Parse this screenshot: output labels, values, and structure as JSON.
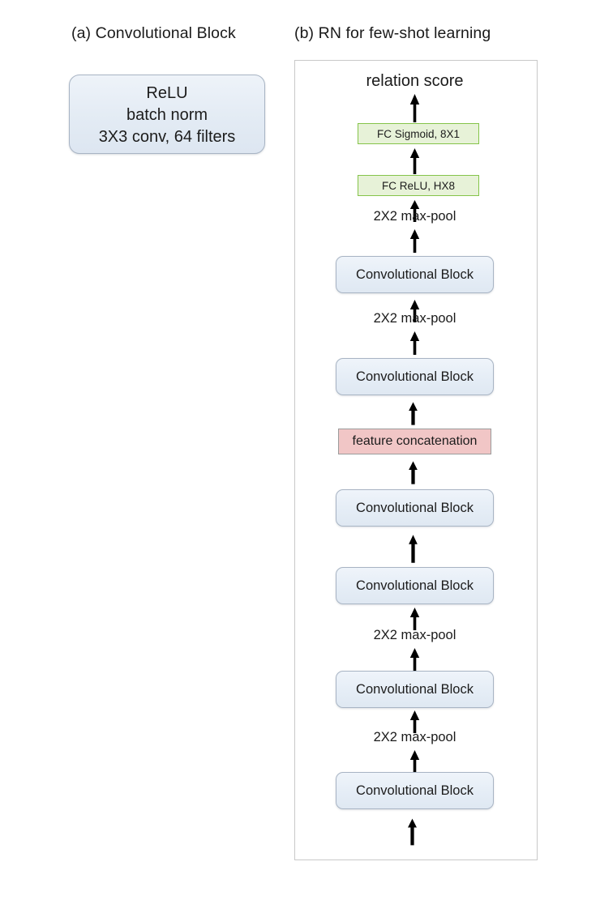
{
  "figure": {
    "panel_a": {
      "title": "(a) Convolutional Block",
      "block": {
        "name": "convolutional-block-legend",
        "lines": [
          "ReLU",
          "batch norm",
          "3X3 conv, 64 filters"
        ],
        "fill_color": "#e6eef7",
        "border_color": "#a8b4c4"
      }
    },
    "panel_b": {
      "title": "(b) RN for few-shot learning",
      "border_color": "#c9c9c9",
      "output_label": "relation score",
      "flow_top_to_bottom": [
        {
          "kind": "text",
          "label": "relation score"
        },
        {
          "kind": "arrow"
        },
        {
          "kind": "fc",
          "label": "FC Sigmoid,  8X1"
        },
        {
          "kind": "arrow"
        },
        {
          "kind": "fc",
          "label": "FC ReLU, HX8"
        },
        {
          "kind": "arrow"
        },
        {
          "kind": "text",
          "label": "2X2 max-pool"
        },
        {
          "kind": "arrow"
        },
        {
          "kind": "conv",
          "label": "Convolutional Block"
        },
        {
          "kind": "arrow"
        },
        {
          "kind": "text",
          "label": "2X2 max-pool"
        },
        {
          "kind": "arrow"
        },
        {
          "kind": "conv",
          "label": "Convolutional Block"
        },
        {
          "kind": "arrow"
        },
        {
          "kind": "concat",
          "label": "feature concatenation"
        },
        {
          "kind": "arrow"
        },
        {
          "kind": "conv",
          "label": "Convolutional Block"
        },
        {
          "kind": "arrow"
        },
        {
          "kind": "conv",
          "label": "Convolutional Block"
        },
        {
          "kind": "arrow"
        },
        {
          "kind": "text",
          "label": "2X2 max-pool"
        },
        {
          "kind": "arrow"
        },
        {
          "kind": "conv",
          "label": "Convolutional Block"
        },
        {
          "kind": "arrow"
        },
        {
          "kind": "text",
          "label": "2X2 max-pool"
        },
        {
          "kind": "arrow"
        },
        {
          "kind": "conv",
          "label": "Convolutional Block"
        },
        {
          "kind": "arrow",
          "style": "input"
        }
      ],
      "nodes": {
        "fc_sigmoid": "FC Sigmoid,  8X1",
        "fc_relu": "FC ReLU, HX8",
        "feature_concatenation": "feature concatenation",
        "conv_block": "Convolutional Block",
        "max_pool": "2X2 max-pool"
      },
      "colors": {
        "fc_box_fill": "#e7f2d8",
        "fc_box_border": "#85c44a",
        "concat_fill": "#f1c6c6",
        "concat_border": "#9b9b9b",
        "conv_fill": "#e6eef7",
        "conv_border": "#a8b4c4",
        "arrow": "#000000"
      }
    }
  }
}
